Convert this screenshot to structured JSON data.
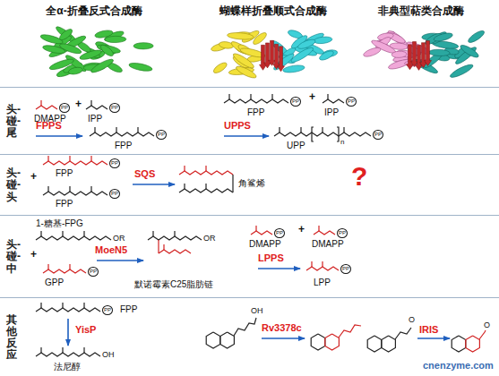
{
  "diagram": {
    "nodes": [
      {
        "text": [
          "头-碰-尾"
        ]
      },
      {
        "text": [
          "头-碰-头"
        ]
      },
      {
        "text": [
          "头-碰-中"
        ]
      },
      {
        "text": [
          "其他反应"
        ]
      }
    ],
    "labels": [
      "全α-折叠反式合成酶",
      "蝴蝶样折叠顺式合成酶",
      "非典型萜类合成酶",
      "DMAPP",
      "+",
      "IPP",
      "FPPS",
      "FPP",
      "FPP",
      "+",
      "IPP",
      "UPPS",
      "UPP",
      "n",
      "FPP",
      "+",
      "FPP",
      "SQS",
      "角鲨烯",
      "?",
      "1-糖基-FPG",
      "+",
      "GPP",
      "MoeN5",
      "默诺霉素C25脂肪链",
      "DMAPP",
      "+",
      "DMAPP",
      "LPPS",
      "LPP",
      "FPP",
      "YisP",
      "法尼醇",
      "Rv3378c",
      "IRIS",
      "cnenzyme.com",
      "PP",
      "PP",
      "PP",
      "PP",
      "PP",
      "PP",
      "PP",
      "PP",
      "PP",
      "PP",
      "PP",
      "PP",
      "PP",
      "OR",
      "OR",
      "OH",
      "OH",
      "O",
      "O"
    ]
  }
}
